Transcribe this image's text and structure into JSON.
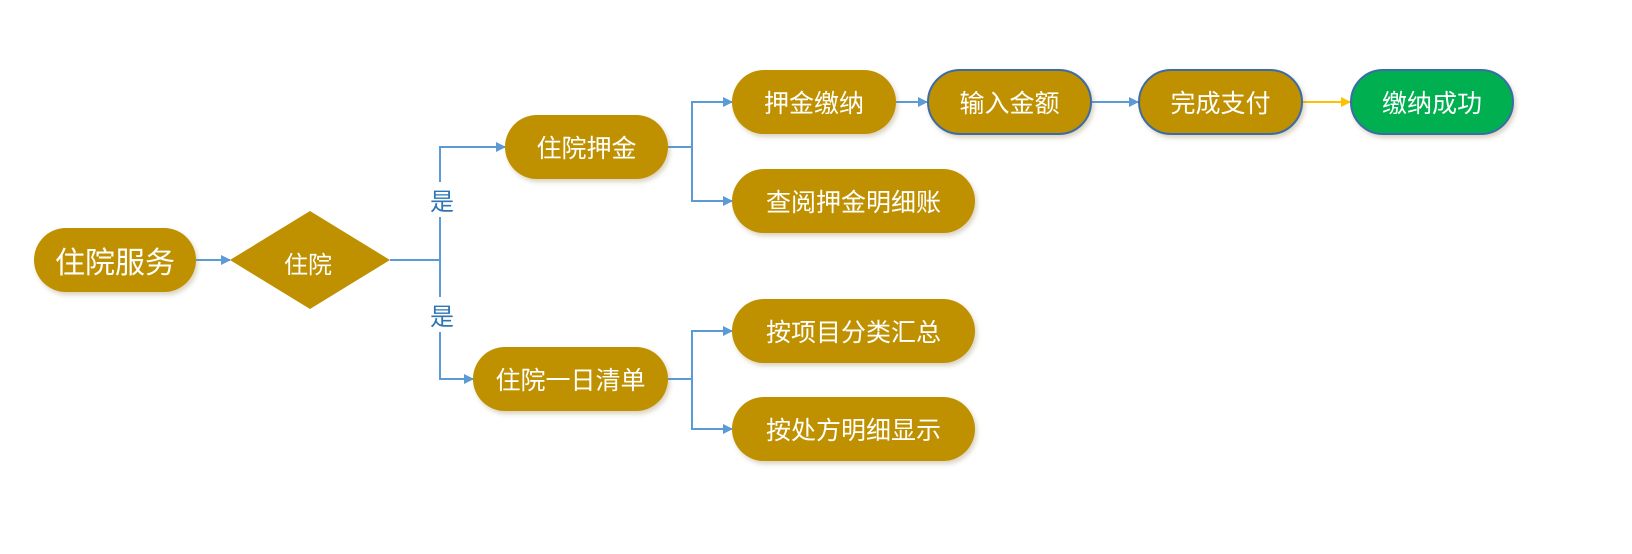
{
  "diagram": {
    "nodes": {
      "start": "住院服务",
      "decision": "住院",
      "deposit": "住院押金",
      "daily_list": "住院一日清单",
      "deposit_pay": "押金缴纳",
      "deposit_detail": "查阅押金明细账",
      "enter_amount": "输入金额",
      "complete_pay": "完成支付",
      "pay_success": "缴纳成功",
      "by_category": "按项目分类汇总",
      "by_prescription": "按处方明细显示"
    },
    "edge_labels": {
      "yes_upper": "是",
      "yes_lower": "是"
    },
    "colors": {
      "node_fill": "#BF9000",
      "success_fill": "#00B050",
      "connector": "#5B9BD5",
      "highlight_connector": "#FFC000",
      "label_text": "#2E75B6"
    }
  }
}
